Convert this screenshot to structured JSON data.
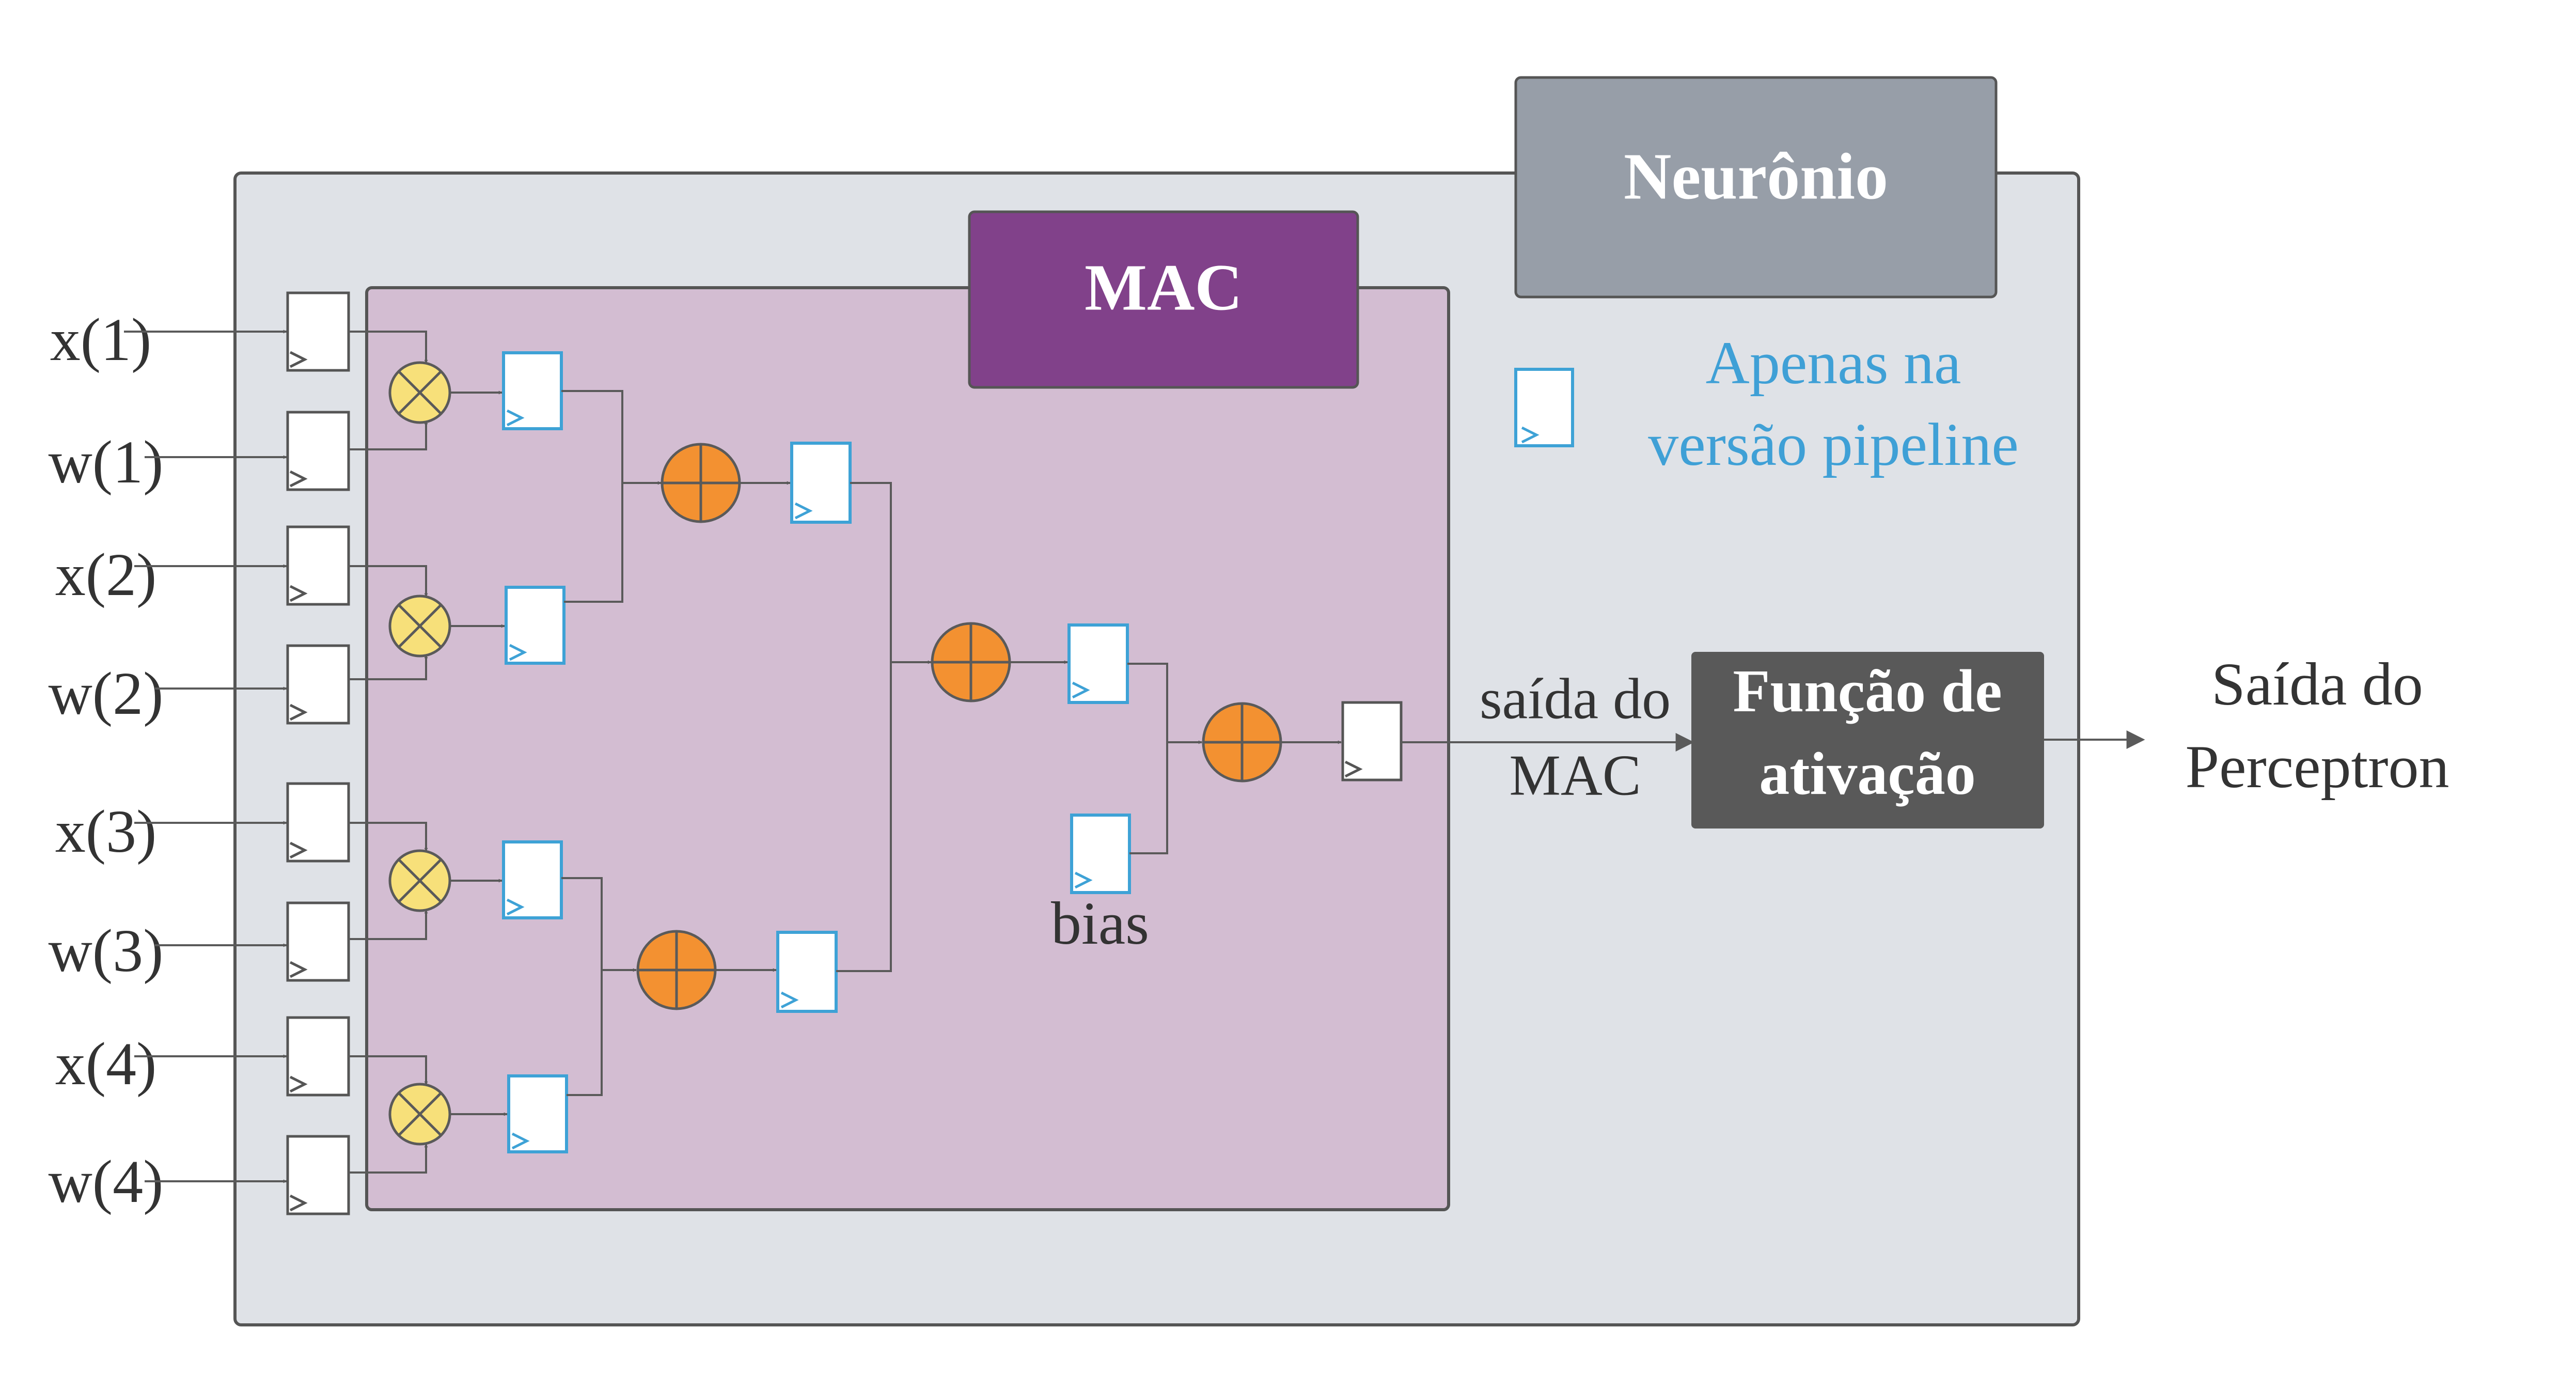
{
  "neuron": {
    "title": "Neurônio"
  },
  "mac": {
    "title": "MAC"
  },
  "legend": {
    "line1": "Apenas na",
    "line2": "versão pipeline"
  },
  "inputs": [
    "x(1)",
    "w(1)",
    "x(2)",
    "w(2)",
    "x(3)",
    "w(3)",
    "x(4)",
    "w(4)"
  ],
  "bias_label": "bias",
  "mac_output": {
    "line1": "saída do",
    "line2": "MAC"
  },
  "activation": {
    "line1": "Função de",
    "line2": "ativação"
  },
  "output": {
    "line1": "Saída do",
    "line2": "Perceptron"
  },
  "colors": {
    "neuron_bg": "#dfe2e7",
    "neuron_title_bg": "#979ea8",
    "mac_bg": "#d3bdd2",
    "mac_title_bg": "#81418a",
    "activation_bg": "#595959",
    "multiplier": "#f7e07a",
    "adder": "#f39131",
    "pipeline_register": "#3ea2d6"
  }
}
